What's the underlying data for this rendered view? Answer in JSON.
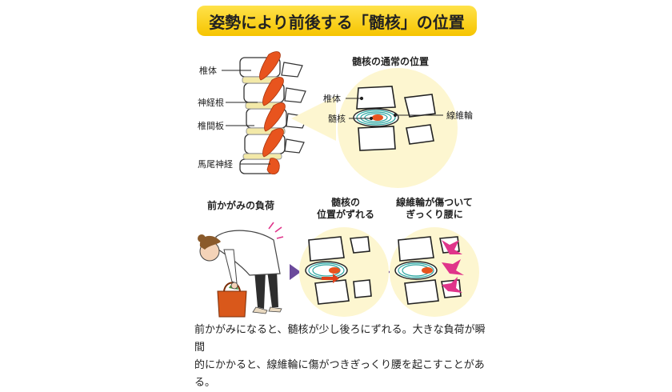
{
  "title": "姿勢により前後する「髄核」の位置",
  "spine": {
    "labels": [
      "椎体",
      "神経根",
      "椎間板",
      "馬尾神経"
    ]
  },
  "normal_view": {
    "title": "髄核の通常の位置",
    "labels": {
      "vertebral_body": "椎体",
      "nucleus": "髄核",
      "annulus": "線維輪"
    }
  },
  "panels": [
    {
      "caption": [
        "前かがみの負荷"
      ]
    },
    {
      "caption": [
        "髄核の",
        "位置がずれる"
      ]
    },
    {
      "caption": [
        "線維輪が傷ついて",
        "ぎっくり腰に"
      ]
    }
  ],
  "description": [
    "前かがみになると、髄核が少し後ろにずれる。大きな負荷が瞬間",
    "的にかかると、線維輪に傷がつきぎっくり腰を起こすことがある。"
  ],
  "colors": {
    "title_bg": "#f7cb10",
    "nerve": "#e8541e",
    "bubble": "#fdf6d0",
    "disc_ring": "#2aa5a0",
    "arrow": "#6b4a9c",
    "pain": "#e0348a"
  }
}
